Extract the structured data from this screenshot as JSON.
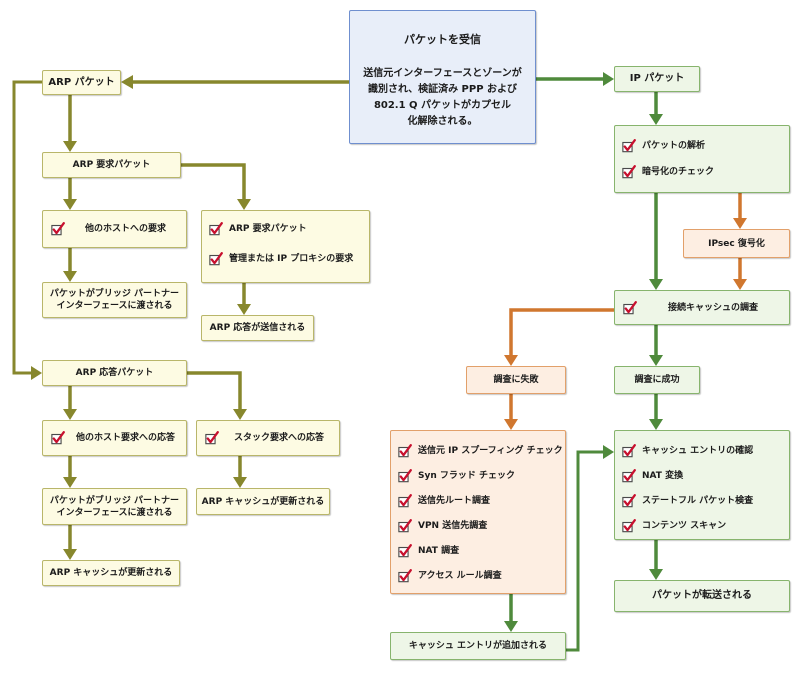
{
  "start": {
    "title": "パケットを受信",
    "description": [
      "送信元インターフェースとゾーンが",
      "識別され、検証済み PPP および",
      "802.1 Q パケットがカプセル",
      "化解除される。"
    ]
  },
  "arp": {
    "packet": "ARP パケット",
    "request": {
      "label": "ARP 要求パケット",
      "other_host": "他のホストへの要求",
      "bridge_pass": [
        "パケットがブリッジ パートナー",
        "インターフェースに渡される"
      ],
      "own_checks": [
        "ARP 要求パケット",
        "管理または IP プロキシの要求"
      ],
      "reply_sent": "ARP 応答が送信される"
    },
    "reply": {
      "label": "ARP 応答パケット",
      "other_host": "他のホスト要求への応答",
      "bridge_pass": [
        "パケットがブリッジ パートナー",
        "インターフェースに渡される"
      ],
      "cache_updated": "ARP キャッシュが更新される",
      "stack": "スタック要求への応答",
      "stack_cache_updated": "ARP キャッシュが更新される"
    }
  },
  "ip": {
    "packet": "IP パケット",
    "initial_checks": [
      "パケットの解析",
      "暗号化のチェック"
    ],
    "ipsec": "IPsec 復号化",
    "connection_cache": "接続キャッシュの調査",
    "lookup_failed": {
      "label": "調査に失敗",
      "checks": [
        "送信元 IP スプーフィング チェック",
        "Syn フラッド チェック",
        "送信先ルート調査",
        "VPN 送信先調査",
        "NAT 調査",
        "アクセス ルール調査"
      ],
      "result": "キャッシュ エントリが追加される"
    },
    "lookup_succeeded": {
      "label": "調査に成功",
      "checks": [
        "キャッシュ エントリの確認",
        "NAT 変換",
        "ステートフル パケット検査",
        "コンテンツ スキャン"
      ],
      "result": "パケットが転送される"
    }
  },
  "icons": {
    "check": "checkmark-icon"
  },
  "colors": {
    "arp_branch": "#87872d",
    "ip_branch": "#4f8a3c",
    "failed_branch": "#d0772f",
    "check_mark": "#c8102e",
    "start_border": "#6f8fcf"
  }
}
